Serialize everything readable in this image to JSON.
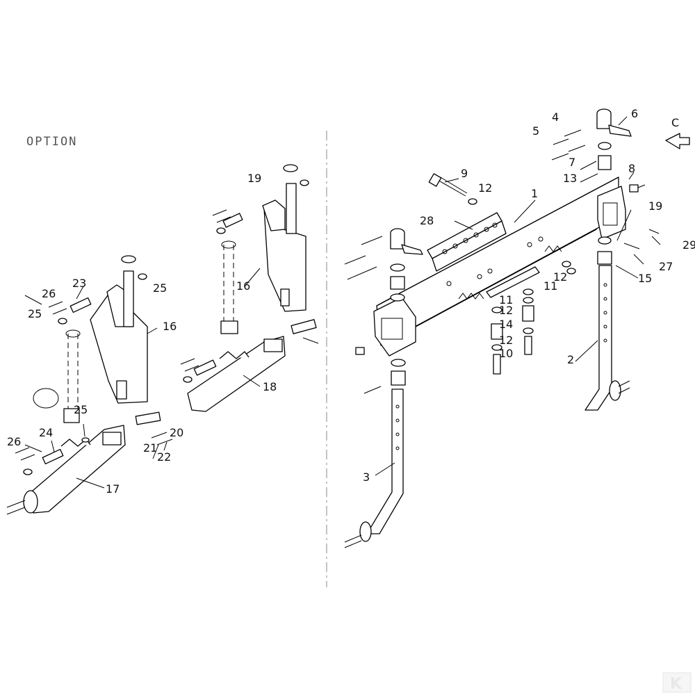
{
  "option_label": "OPTION",
  "view_marker": "C",
  "part_labels": {
    "p1": "1",
    "p2": "2",
    "p3": "3",
    "p4": "4",
    "p5": "5",
    "p6": "6",
    "p7": "7",
    "p8": "8",
    "p9": "9",
    "p10": "10",
    "p11a": "11",
    "p11b": "11",
    "p12a": "12",
    "p12b": "12",
    "p12c": "12",
    "p12d": "12",
    "p13": "13",
    "p14": "14",
    "p15": "15",
    "p16a": "16",
    "p16b": "16",
    "p17": "17",
    "p18": "18",
    "p19a": "19",
    "p19b": "19",
    "p20": "20",
    "p21": "21",
    "p22": "22",
    "p23": "23",
    "p24": "24",
    "p25a": "25",
    "p25b": "25",
    "p25c": "25",
    "p26a": "26",
    "p26b": "26",
    "p27": "27",
    "p28": "28",
    "p29": "29"
  },
  "watermark_logo": "K",
  "colors": {
    "line": "#000000",
    "background": "#ffffff",
    "divider": "#888888"
  }
}
